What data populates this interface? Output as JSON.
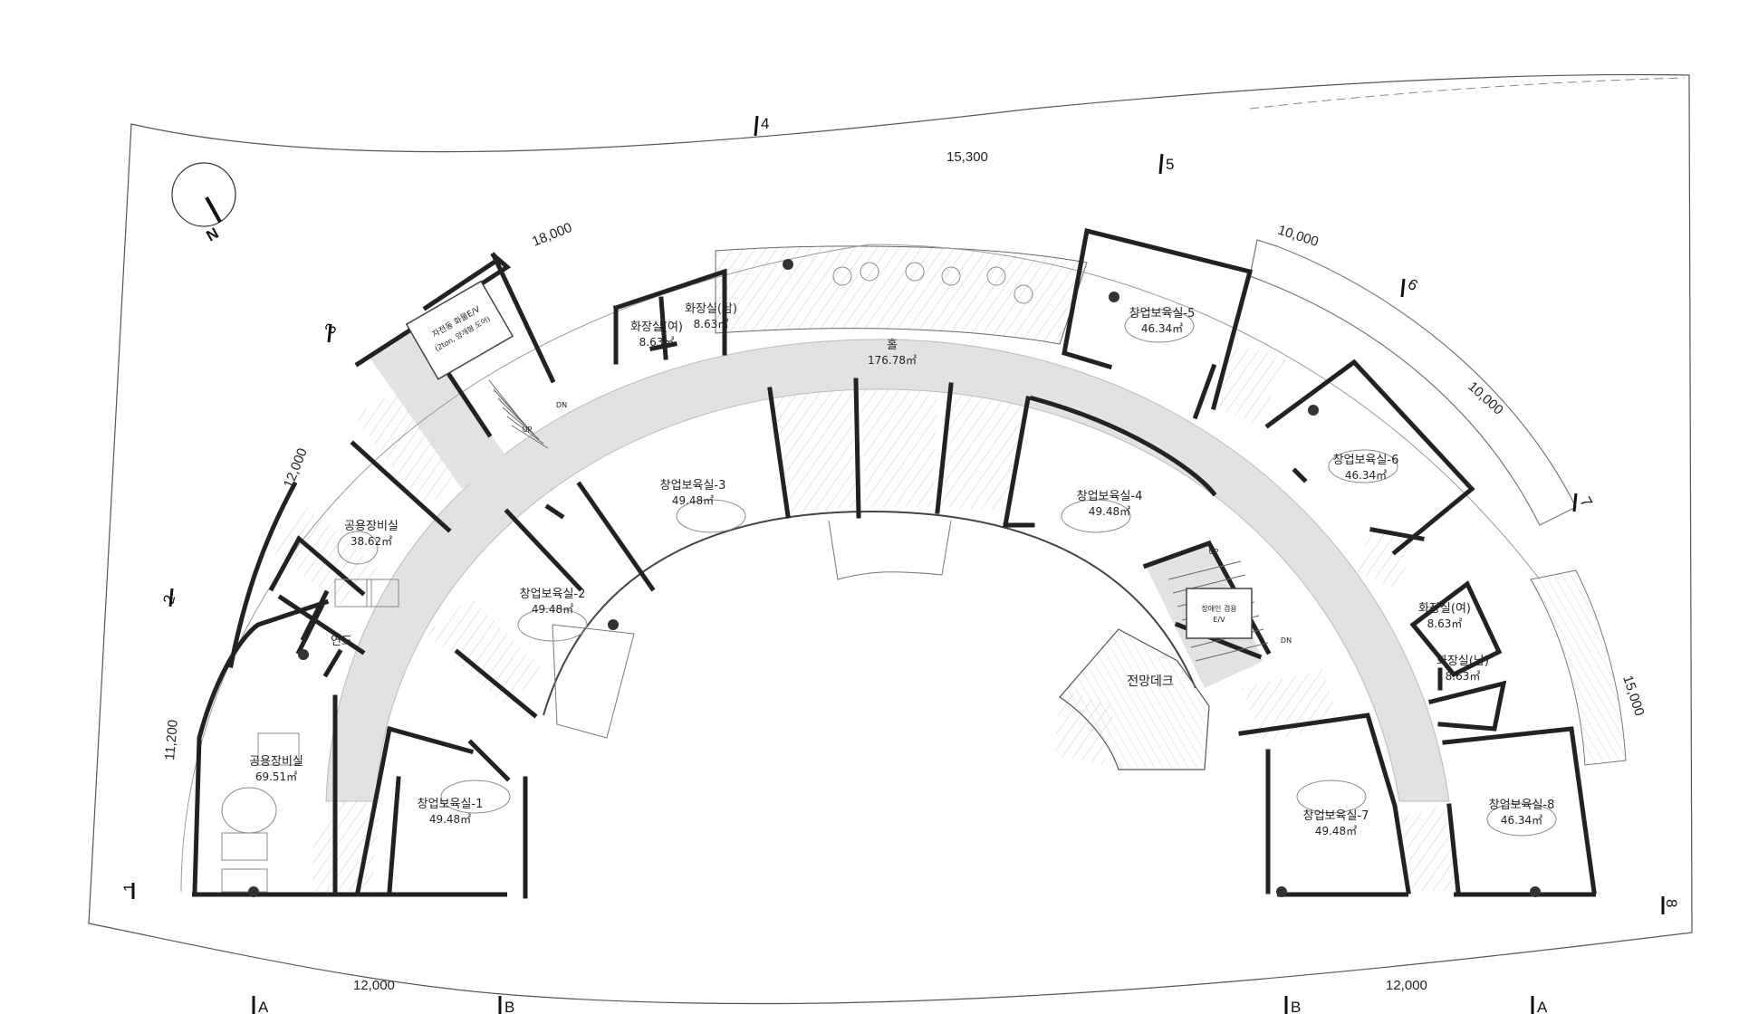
{
  "hall": {
    "name": "홀",
    "area": "176.78㎡"
  },
  "rooms": {
    "incubator_1": {
      "name": "창업보육실-1",
      "area": "49.48㎡"
    },
    "incubator_2": {
      "name": "창업보육실-2",
      "area": "49.48㎡"
    },
    "incubator_3": {
      "name": "창업보육실-3",
      "area": "49.48㎡"
    },
    "incubator_4": {
      "name": "창업보육실-4",
      "area": "49.48㎡"
    },
    "incubator_5": {
      "name": "창업보육실-5",
      "area": "46.34㎡"
    },
    "incubator_6": {
      "name": "창업보육실-6",
      "area": "46.34㎡"
    },
    "incubator_7": {
      "name": "창업보육실-7",
      "area": "49.48㎡"
    },
    "incubator_8": {
      "name": "창업보육실-8",
      "area": "46.34㎡"
    },
    "equip_small": {
      "name": "공용장비실",
      "area": "38.62㎡"
    },
    "equip_large": {
      "name": "공용장비실",
      "area": "69.51㎡"
    },
    "wc_f_west": {
      "name": "화장실(여)",
      "area": "8.63㎡"
    },
    "wc_m_west": {
      "name": "화장실(남)",
      "area": "8.63㎡"
    },
    "wc_f_east": {
      "name": "화장실(여)",
      "area": "8.63㎡"
    },
    "wc_m_east": {
      "name": "화장실(남)",
      "area": "8.63㎡"
    },
    "flue": {
      "name": "연도"
    },
    "deck": {
      "name": "전망데크"
    },
    "freight_elev": {
      "line1": "자전동 화물E/V",
      "line2": "(2ton, 양개형 도어)"
    },
    "accessible_elev": {
      "line1": "장애인 겸용",
      "line2": "E/V"
    }
  },
  "stair_marks": {
    "up": "UP",
    "dn": "DN"
  },
  "north": {
    "label": "N"
  },
  "dimensions": [
    "18,000",
    "15,300",
    "10,000",
    "10,000",
    "12,000",
    "11,200",
    "15,000",
    "12,000",
    "12,000"
  ],
  "section_marks": [
    "1",
    "2",
    "3",
    "4",
    "5",
    "6",
    "7",
    "8",
    "A",
    "B",
    "B",
    "A"
  ]
}
